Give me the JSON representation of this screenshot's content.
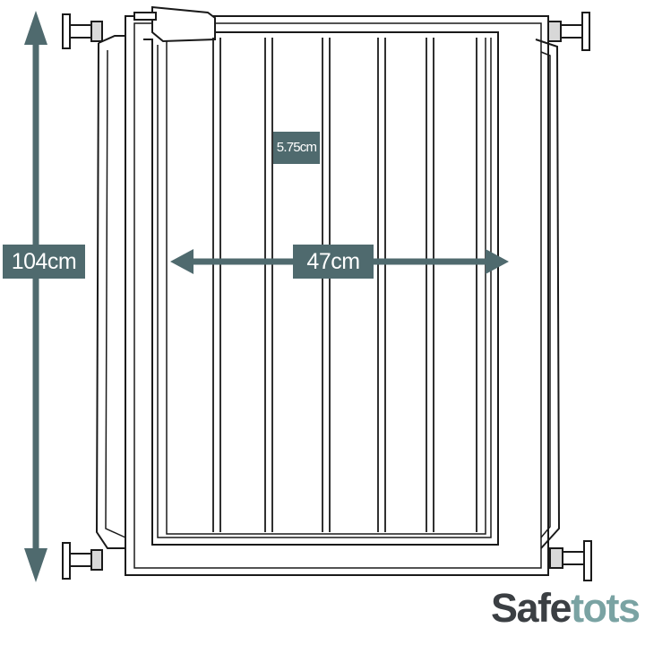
{
  "dimensions": {
    "height": "104cm",
    "width": "47cm",
    "bar_spacing": "5.75cm"
  },
  "brand": {
    "part1": "Safe",
    "part2": "tots"
  },
  "colors": {
    "arrow": "#4f6a6e",
    "label_bg": "#4f6a6e",
    "label_text": "#ffffff",
    "outline": "#1a1a1a",
    "brand_dark": "#3b3f43",
    "brand_accent": "#7aa3a3"
  }
}
